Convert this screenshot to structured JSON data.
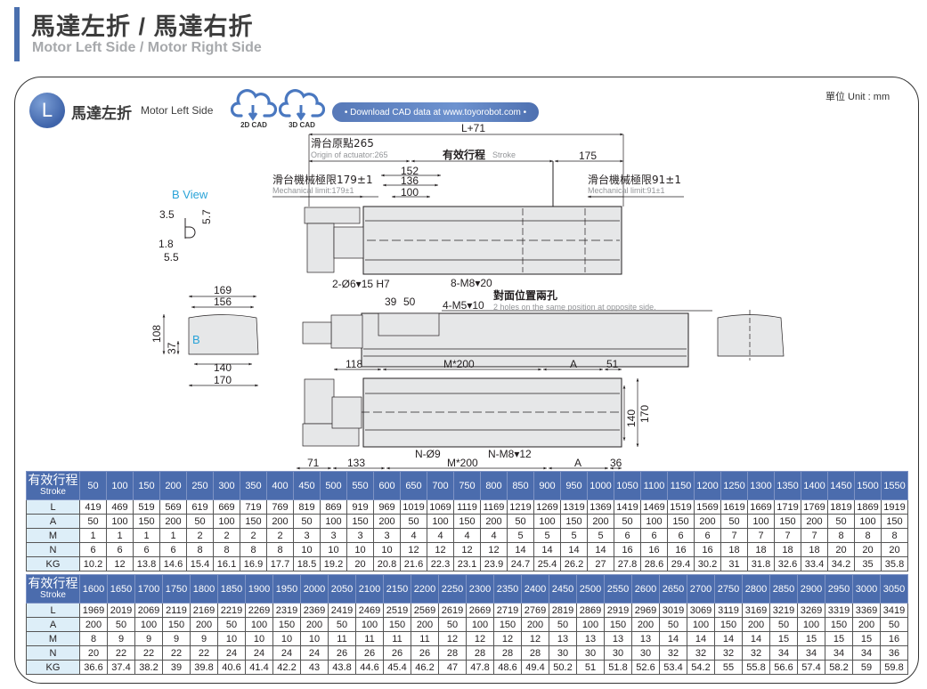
{
  "header": {
    "title": "馬達左折 / 馬達右折",
    "subtitle": "Motor Left Side / Motor Right Side"
  },
  "section": {
    "badge": "L",
    "title_zh": "馬達左折",
    "title_en": "Motor Left Side",
    "cad_buttons": [
      {
        "label": "2D CAD",
        "icon": "cloud-download-icon"
      },
      {
        "label": "3D CAD",
        "icon": "cloud-download-icon"
      }
    ],
    "download_text": "• Download CAD data at www.toyorobot.com •",
    "unit_label": "單位 Unit : mm"
  },
  "drawing": {
    "top_view": {
      "overall": "L+71",
      "origin_zh": "滑台原點265",
      "origin_en": "Origin of actuator:265",
      "stroke_zh": "有效行程",
      "stroke_en": "Stroke",
      "right_offset": "175",
      "mech_limit_left_zh": "滑台機械極限179±1",
      "mech_limit_left_en": "Mechanical limit:179±1",
      "mech_limit_right_zh": "滑台機械極限91±1",
      "mech_limit_right_en": "Mechanical limit:91±1",
      "slider_dims": [
        "152",
        "136",
        "100"
      ],
      "hole_pin": "2-Ø6▾15 H7",
      "hole_tap": "8-M8▾20"
    },
    "b_view": {
      "title": "B View",
      "dims": [
        "3.5",
        "5.7",
        "1.8",
        "5.5"
      ]
    },
    "end_view": {
      "width_outer": "169",
      "width_inner": "156",
      "height": "108",
      "mount_height": "37",
      "base_inner": "140",
      "base_outer": "170",
      "marker": "B"
    },
    "side_view": {
      "dim_39": "39",
      "dim_50": "50",
      "tap_holes": "4-M5▾10",
      "opposite_zh": "對面位置兩孔",
      "opposite_en": "2 holes on the same position at opposite side.",
      "dim_118": "118",
      "dim_m200": "M*200",
      "dim_a": "A",
      "dim_51": "51"
    },
    "bottom_view": {
      "dim_71": "71",
      "dim_133": "133",
      "holes_thru": "N-Ø9",
      "holes_tap": "N-M8▾12",
      "dim_m200": "M*200",
      "dim_a": "A",
      "dim_36": "36",
      "width_inner": "140",
      "width_outer": "170"
    }
  },
  "tables": [
    {
      "header_zh": "有效行程",
      "header_en": "Stroke",
      "strokes": [
        "50",
        "100",
        "150",
        "200",
        "250",
        "300",
        "350",
        "400",
        "450",
        "500",
        "550",
        "600",
        "650",
        "700",
        "750",
        "800",
        "850",
        "900",
        "950",
        "1000",
        "1050",
        "1100",
        "1150",
        "1200",
        "1250",
        "1300",
        "1350",
        "1400",
        "1450",
        "1500",
        "1550"
      ],
      "rows": [
        {
          "label": "L",
          "values": [
            "419",
            "469",
            "519",
            "569",
            "619",
            "669",
            "719",
            "769",
            "819",
            "869",
            "919",
            "969",
            "1019",
            "1069",
            "1119",
            "1169",
            "1219",
            "1269",
            "1319",
            "1369",
            "1419",
            "1469",
            "1519",
            "1569",
            "1619",
            "1669",
            "1719",
            "1769",
            "1819",
            "1869",
            "1919"
          ]
        },
        {
          "label": "A",
          "values": [
            "50",
            "100",
            "150",
            "200",
            "50",
            "100",
            "150",
            "200",
            "50",
            "100",
            "150",
            "200",
            "50",
            "100",
            "150",
            "200",
            "50",
            "100",
            "150",
            "200",
            "50",
            "100",
            "150",
            "200",
            "50",
            "100",
            "150",
            "200",
            "50",
            "100",
            "150"
          ]
        },
        {
          "label": "M",
          "values": [
            "1",
            "1",
            "1",
            "1",
            "2",
            "2",
            "2",
            "2",
            "3",
            "3",
            "3",
            "3",
            "4",
            "4",
            "4",
            "4",
            "5",
            "5",
            "5",
            "5",
            "6",
            "6",
            "6",
            "6",
            "7",
            "7",
            "7",
            "7",
            "8",
            "8",
            "8"
          ]
        },
        {
          "label": "N",
          "values": [
            "6",
            "6",
            "6",
            "6",
            "8",
            "8",
            "8",
            "8",
            "10",
            "10",
            "10",
            "10",
            "12",
            "12",
            "12",
            "12",
            "14",
            "14",
            "14",
            "14",
            "16",
            "16",
            "16",
            "16",
            "18",
            "18",
            "18",
            "18",
            "20",
            "20",
            "20"
          ]
        },
        {
          "label": "KG",
          "values": [
            "10.2",
            "12",
            "13.8",
            "14.6",
            "15.4",
            "16.1",
            "16.9",
            "17.7",
            "18.5",
            "19.2",
            "20",
            "20.8",
            "21.6",
            "22.3",
            "23.1",
            "23.9",
            "24.7",
            "25.4",
            "26.2",
            "27",
            "27.8",
            "28.6",
            "29.4",
            "30.2",
            "31",
            "31.8",
            "32.6",
            "33.4",
            "34.2",
            "35",
            "35.8"
          ]
        }
      ]
    },
    {
      "header_zh": "有效行程",
      "header_en": "Stroke",
      "strokes": [
        "1600",
        "1650",
        "1700",
        "1750",
        "1800",
        "1850",
        "1900",
        "1950",
        "2000",
        "2050",
        "2100",
        "2150",
        "2200",
        "2250",
        "2300",
        "2350",
        "2400",
        "2450",
        "2500",
        "2550",
        "2600",
        "2650",
        "2700",
        "2750",
        "2800",
        "2850",
        "2900",
        "2950",
        "3000",
        "3050"
      ],
      "rows": [
        {
          "label": "L",
          "values": [
            "1969",
            "2019",
            "2069",
            "2119",
            "2169",
            "2219",
            "2269",
            "2319",
            "2369",
            "2419",
            "2469",
            "2519",
            "2569",
            "2619",
            "2669",
            "2719",
            "2769",
            "2819",
            "2869",
            "2919",
            "2969",
            "3019",
            "3069",
            "3119",
            "3169",
            "3219",
            "3269",
            "3319",
            "3369",
            "3419"
          ]
        },
        {
          "label": "A",
          "values": [
            "200",
            "50",
            "100",
            "150",
            "200",
            "50",
            "100",
            "150",
            "200",
            "50",
            "100",
            "150",
            "200",
            "50",
            "100",
            "150",
            "200",
            "50",
            "100",
            "150",
            "200",
            "50",
            "100",
            "150",
            "200",
            "50",
            "100",
            "150",
            "200",
            "50"
          ]
        },
        {
          "label": "M",
          "values": [
            "8",
            "9",
            "9",
            "9",
            "9",
            "10",
            "10",
            "10",
            "10",
            "11",
            "11",
            "11",
            "11",
            "12",
            "12",
            "12",
            "12",
            "13",
            "13",
            "13",
            "13",
            "14",
            "14",
            "14",
            "14",
            "15",
            "15",
            "15",
            "15",
            "16"
          ]
        },
        {
          "label": "N",
          "values": [
            "20",
            "22",
            "22",
            "22",
            "22",
            "24",
            "24",
            "24",
            "24",
            "26",
            "26",
            "26",
            "26",
            "28",
            "28",
            "28",
            "28",
            "30",
            "30",
            "30",
            "30",
            "32",
            "32",
            "32",
            "32",
            "34",
            "34",
            "34",
            "34",
            "36"
          ]
        },
        {
          "label": "KG",
          "values": [
            "36.6",
            "37.4",
            "38.2",
            "39",
            "39.8",
            "40.6",
            "41.4",
            "42.2",
            "43",
            "43.8",
            "44.6",
            "45.4",
            "46.2",
            "47",
            "47.8",
            "48.6",
            "49.4",
            "50.2",
            "51",
            "51.8",
            "52.6",
            "53.4",
            "54.2",
            "55",
            "55.8",
            "56.6",
            "57.4",
            "58.2",
            "59",
            "59.8"
          ]
        }
      ]
    }
  ],
  "colors": {
    "accent_blue": "#4b6cad",
    "row_head_bg": "#ddeef8",
    "b_view_cyan": "#29a3d8",
    "header_bar": "#4a6fae"
  }
}
